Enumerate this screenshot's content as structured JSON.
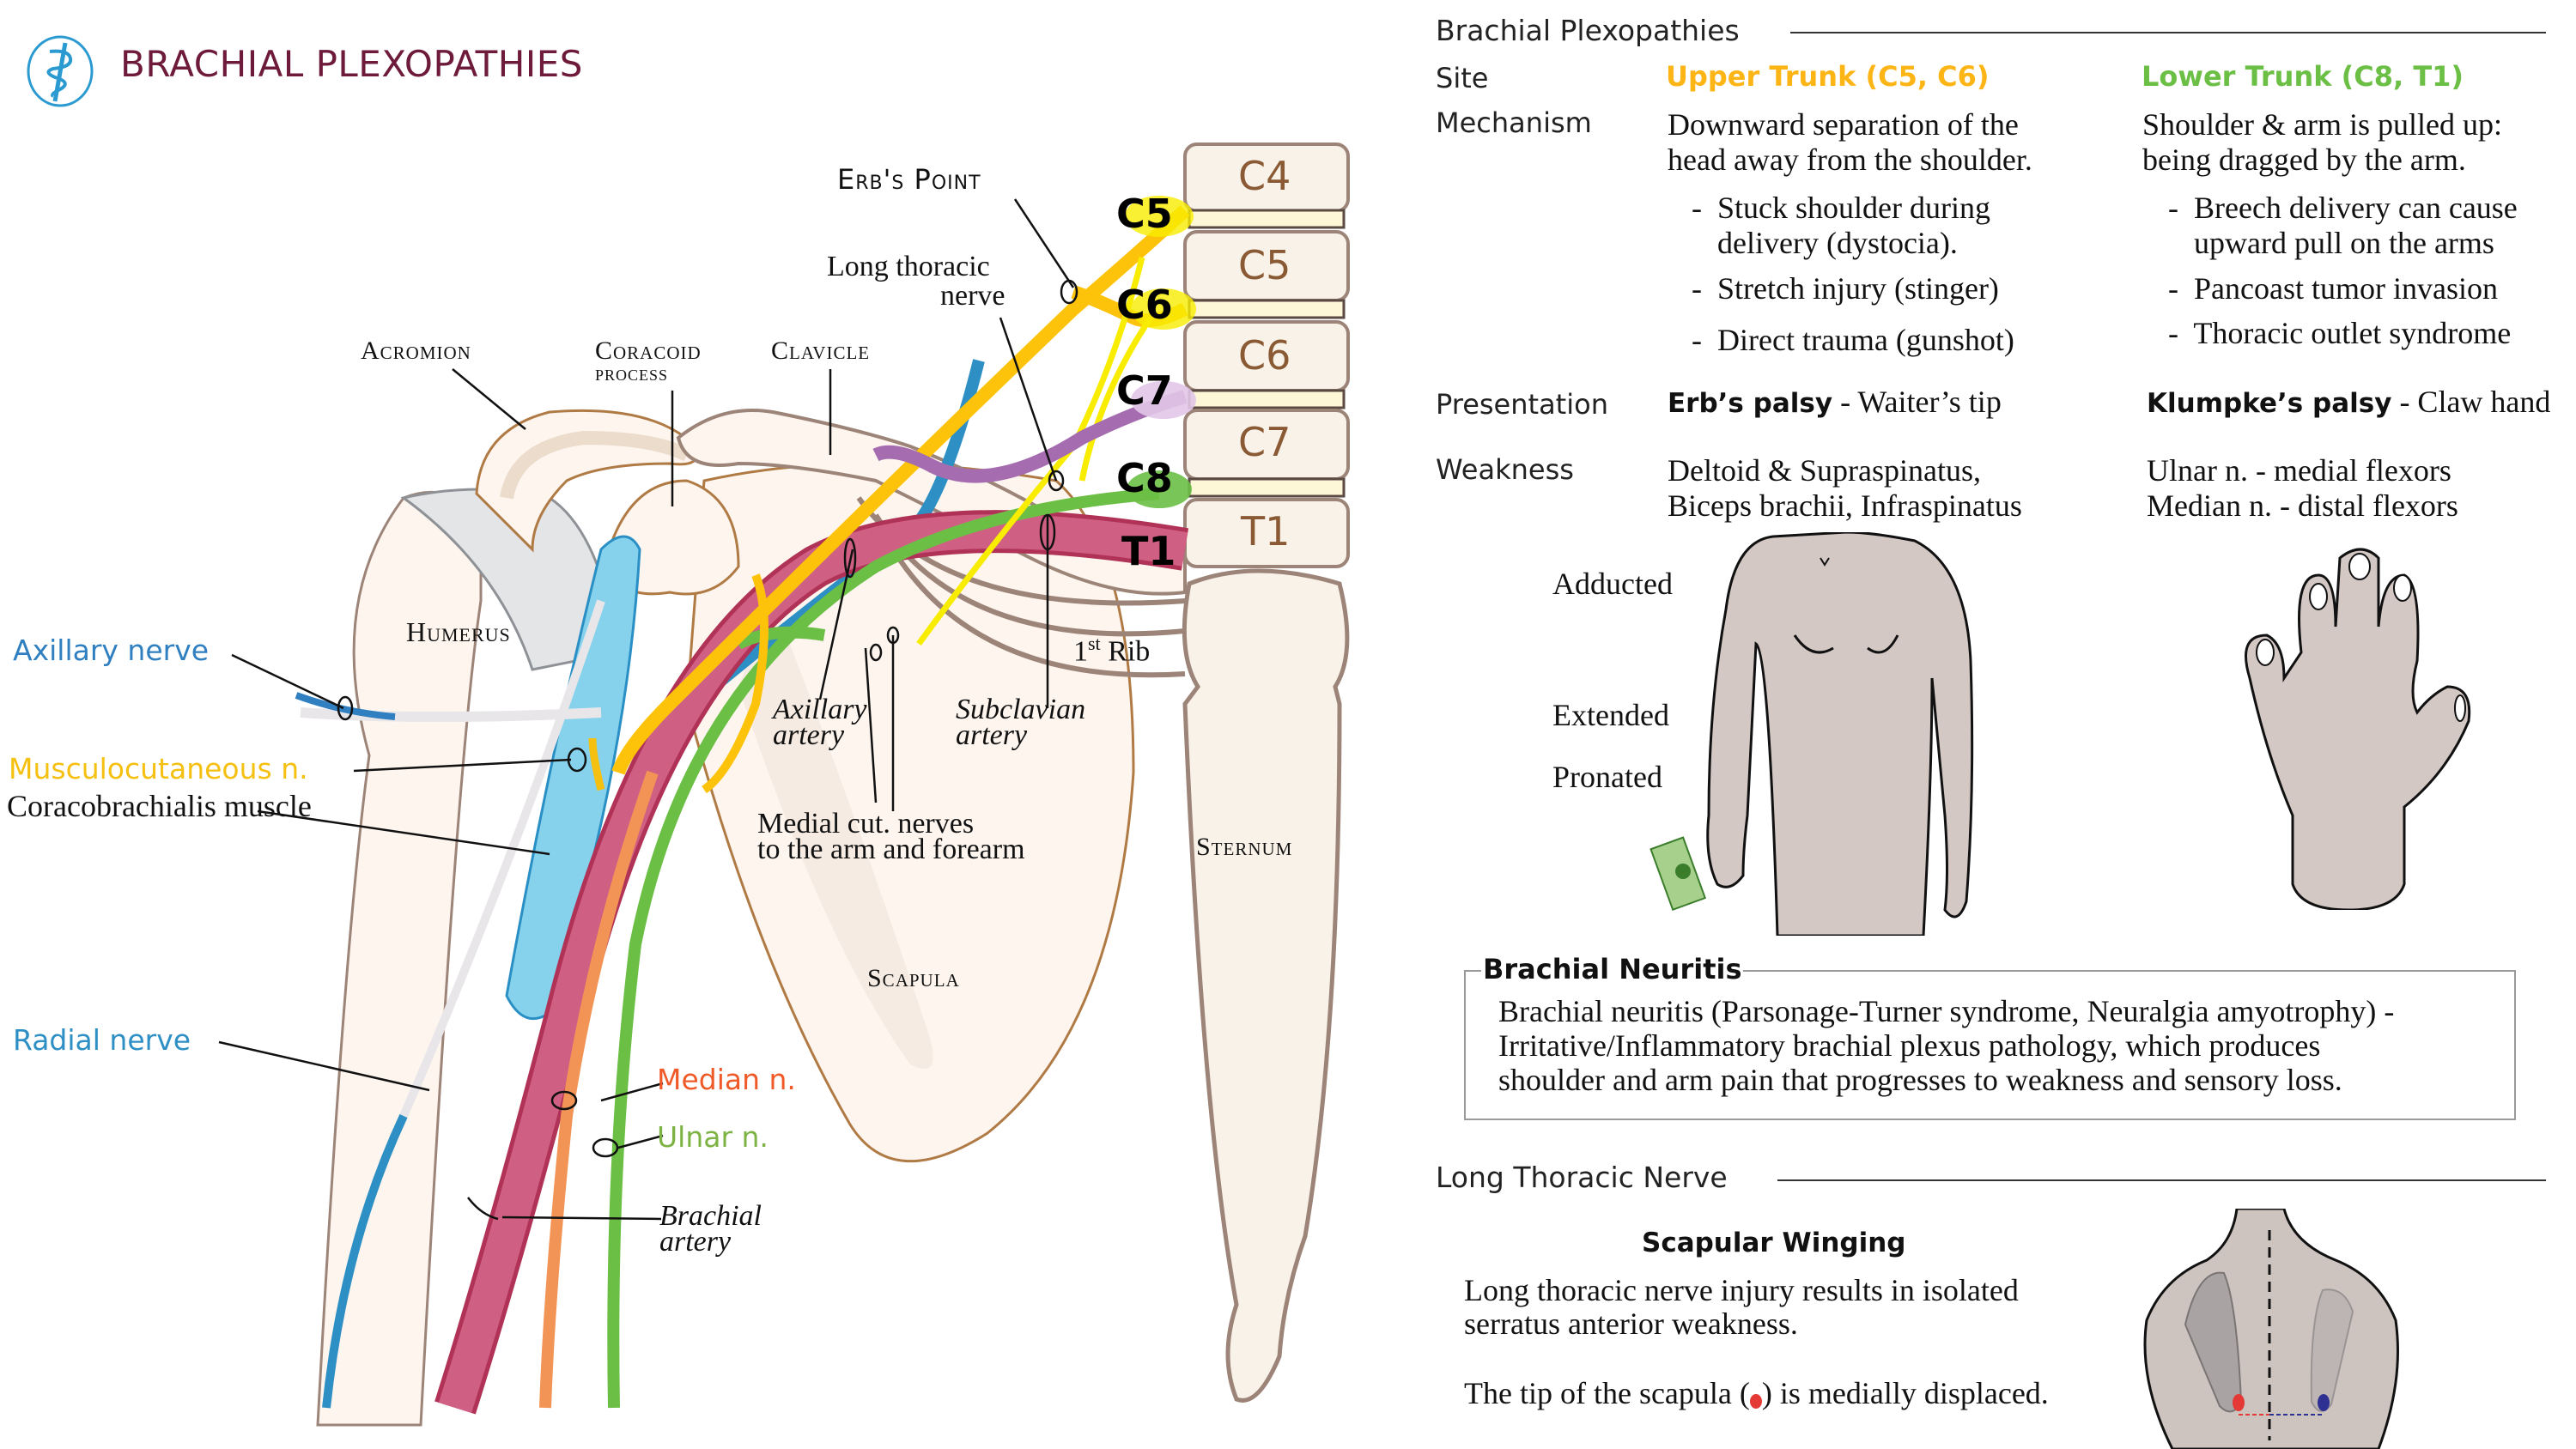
{
  "header": {
    "title": "BRACHIAL PLEXOPATHIES",
    "logo_icon": "caduceus-icon"
  },
  "anatomy": {
    "labels": {
      "erbs_point": "Erb's Point",
      "long_thoracic_nerve_l1": "Long thoracic",
      "long_thoracic_nerve_l2": "nerve",
      "acromion": "Acromion",
      "coracoid_l1": "Coracoid",
      "coracoid_l2": "process",
      "clavicle": "Clavicle",
      "humerus": "Humerus",
      "first_rib_num": "1",
      "first_rib_sup": "st",
      "first_rib_word": "Rib",
      "axillary_artery_l1": "Axillary",
      "axillary_artery_l2": "artery",
      "subclavian_artery_l1": "Subclavian",
      "subclavian_artery_l2": "artery",
      "medial_cut_l1": "Medial cut. nerves",
      "medial_cut_l2": "to the arm and forearm",
      "sternum": "Sternum",
      "scapula": "Scapula",
      "axillary_nerve": "Axillary nerve",
      "musculocutaneous": "Musculocutaneous n.",
      "coracobrachialis": "Coracobrachialis muscle",
      "radial_nerve": "Radial nerve",
      "median": "Median n.",
      "ulnar": "Ulnar n.",
      "brachial_artery_l1": "Brachial",
      "brachial_artery_l2": "artery"
    },
    "nerve_roots": [
      "C5",
      "C6",
      "C7",
      "C8",
      "T1"
    ],
    "vertebrae": [
      "C4",
      "C5",
      "C6",
      "C7",
      "T1"
    ],
    "colors": {
      "axillary_nerve": "#2f7fc1",
      "musculocutaneous": "#f5c010",
      "radial_nerve": "#2d8fc4",
      "median": "#f05a28",
      "ulnar": "#7cb342",
      "upper_trunk": "#fdc30a",
      "c7": "#a56db0",
      "lower_trunk": "#6cbf45",
      "artery": "#d05f84",
      "bone": "#fdf6ef",
      "bone_outline": "#9c8478"
    }
  },
  "plexopathies": {
    "section_title": "Brachial Plexopathies",
    "rows": {
      "site": "Site",
      "mechanism": "Mechanism",
      "presentation": "Presentation",
      "weakness": "Weakness"
    },
    "upper": {
      "site": "Upper Trunk (C5, C6)",
      "color": "#fdb516",
      "mechanism_l1": "Downward separation of the",
      "mechanism_l2": "head away from the shoulder.",
      "bullets": [
        {
          "l1": "Stuck shoulder during",
          "l2": "delivery (dystocia)."
        },
        {
          "l1": "Stretch injury (stinger)",
          "l2": ""
        },
        {
          "l1": "Direct trauma (gunshot)",
          "l2": ""
        }
      ],
      "presentation_bold": "Erb’s palsy",
      "presentation_rest": " - Waiter’s tip",
      "weakness_l1": "Deltoid & Supraspinatus,",
      "weakness_l2": "Biceps brachii, Infraspinatus"
    },
    "lower": {
      "site": "Lower Trunk (C8, T1)",
      "color": "#6cbf45",
      "mechanism_l1": "Shoulder & arm is pulled up:",
      "mechanism_l2": "being dragged by the arm.",
      "bullets": [
        {
          "l1": "Breech delivery can cause",
          "l2": "upward pull on the arms"
        },
        {
          "l1": "Pancoast tumor invasion",
          "l2": ""
        },
        {
          "l1": "Thoracic outlet syndrome",
          "l2": ""
        }
      ],
      "presentation_bold": "Klumpke’s palsy",
      "presentation_rest": " - Claw hand",
      "weakness_l1": "Ulnar n. - medial flexors",
      "weakness_l2": "Median n. - distal flexors"
    },
    "posture_labels": [
      "Adducted",
      "Extended",
      "Pronated"
    ],
    "bullet_dash": "-"
  },
  "neuritis": {
    "title": "Brachial Neuritis",
    "lines": [
      "Brachial neuritis (Parsonage-Turner syndrome, Neuralgia amyotrophy) -",
      "Irritative/Inflammatory brachial plexus pathology, which produces",
      "shoulder and arm pain that progresses to weakness and sensory loss."
    ]
  },
  "long_thoracic": {
    "section_title": "Long Thoracic Nerve",
    "subtitle": "Scapular Winging",
    "desc_l1": "Long thoracic nerve injury results in isolated",
    "desc_l2": "serratus anterior weakness.",
    "tip_before": "The tip of the scapula (",
    "tip_after": ") is medially displaced.",
    "marker_color": "#e53935",
    "normal_marker_color": "#2e3192"
  }
}
